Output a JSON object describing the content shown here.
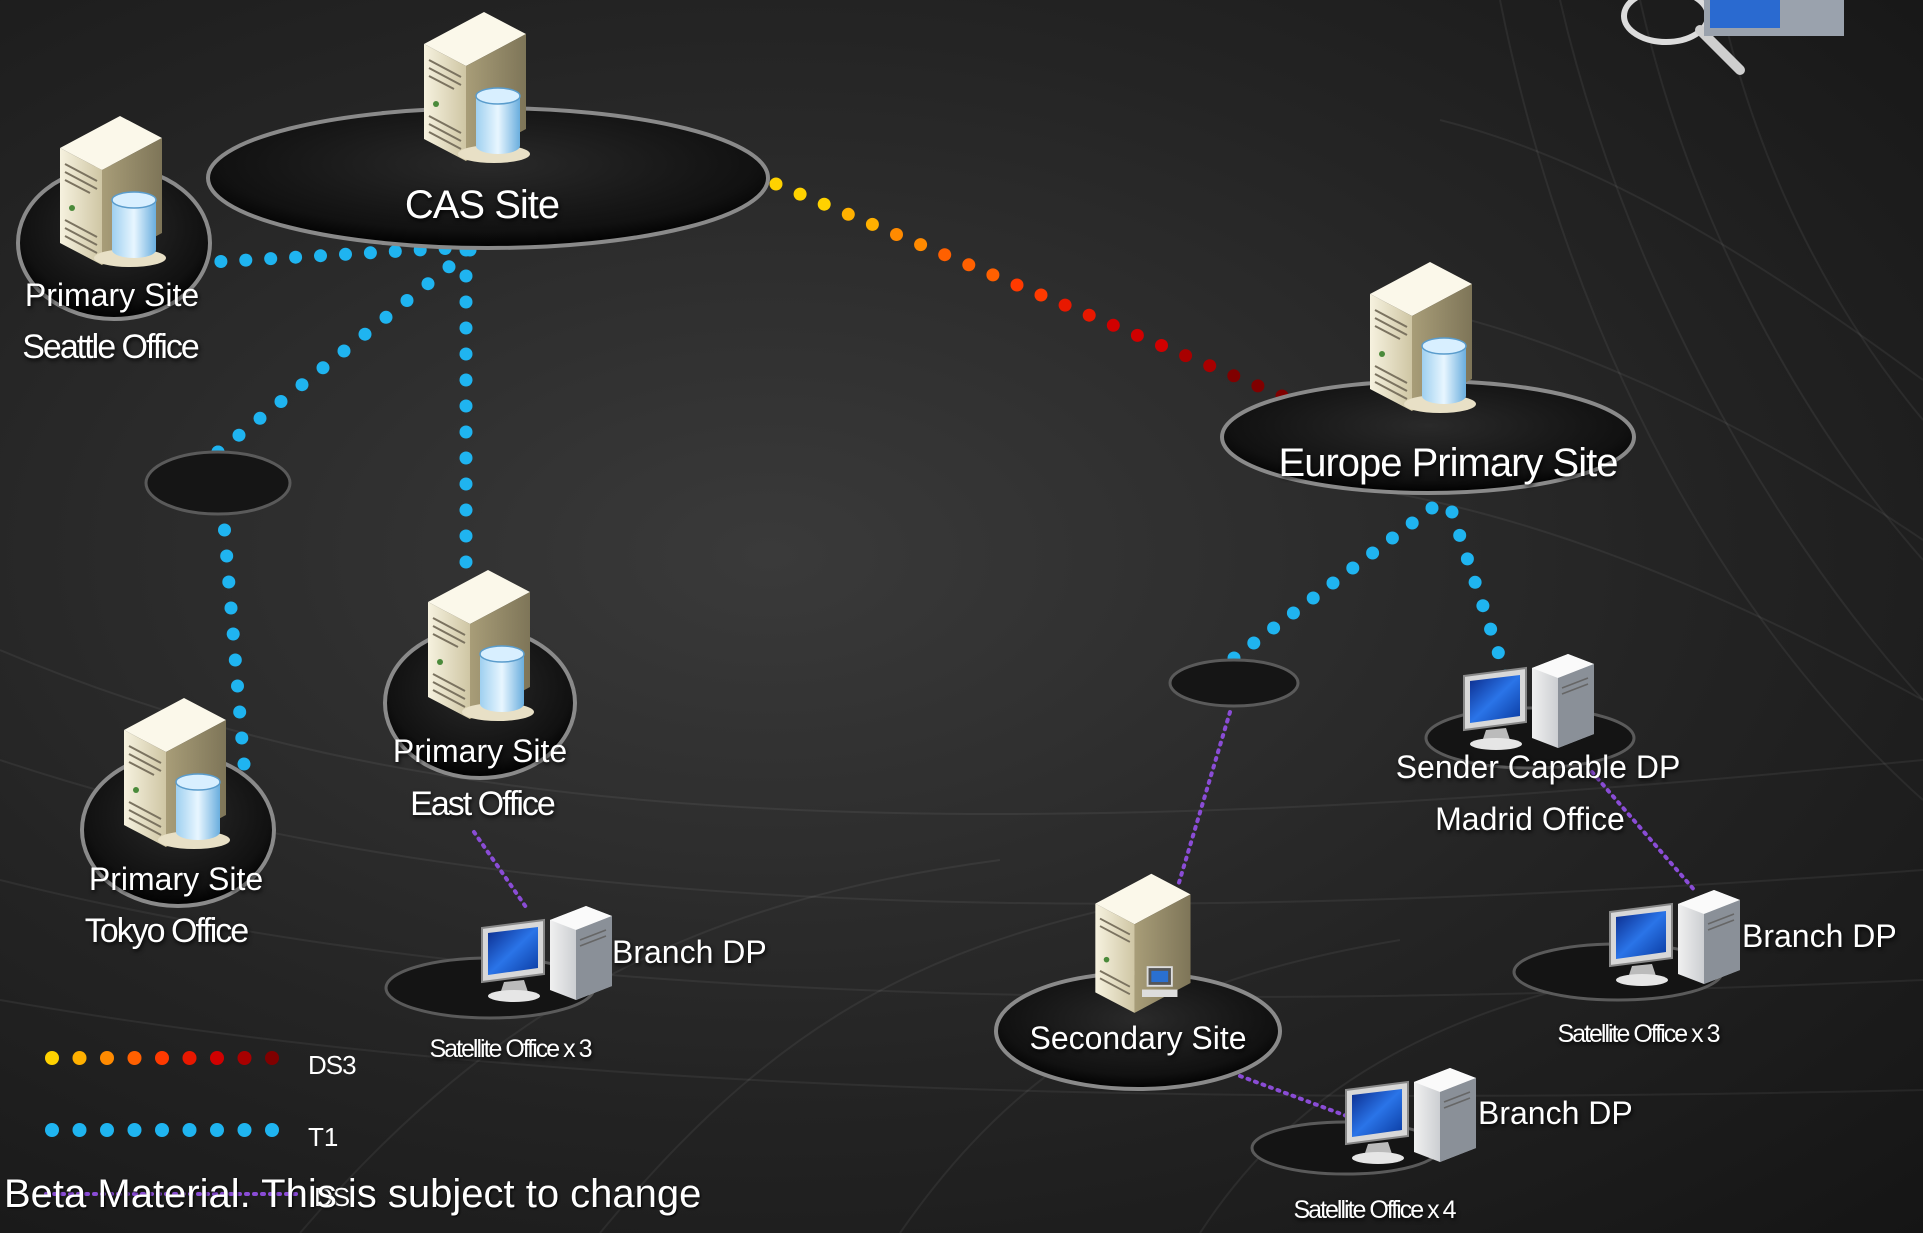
{
  "sites": {
    "cas": "CAS Site",
    "seattle": {
      "line1": "Primary Site",
      "line2": "Seattle Office"
    },
    "east": {
      "line1": "Primary Site",
      "line2": "East Office"
    },
    "tokyo": {
      "line1": "Primary Site",
      "line2": "Tokyo Office"
    },
    "europe": "Europe Primary Site",
    "secondary": "Secondary Site",
    "madrid": {
      "line1": "Sender Capable DP",
      "line2": "Madrid  Office"
    }
  },
  "branches": {
    "east": {
      "label": "Branch DP",
      "caption": "Satellite Office x 3"
    },
    "madrid": {
      "label": "Branch DP",
      "caption": "Satellite Office x 3"
    },
    "secondary": {
      "label": "Branch DP",
      "caption": "Satellite Office x 4"
    }
  },
  "legend": {
    "ds3": {
      "label": "DS3",
      "colors": [
        "#ffd200",
        "#ffb000",
        "#ff8a00",
        "#ff6000",
        "#ff3a00",
        "#e81800",
        "#d00000",
        "#a80000",
        "#800000"
      ]
    },
    "t1": {
      "label": "T1",
      "color": "#1fb4f0"
    },
    "lan_colors": [
      "#8a4cd6"
    ]
  },
  "footer": {
    "beta": "Beta Material.   This is subject to change",
    "overlap_fragment": "DS"
  }
}
